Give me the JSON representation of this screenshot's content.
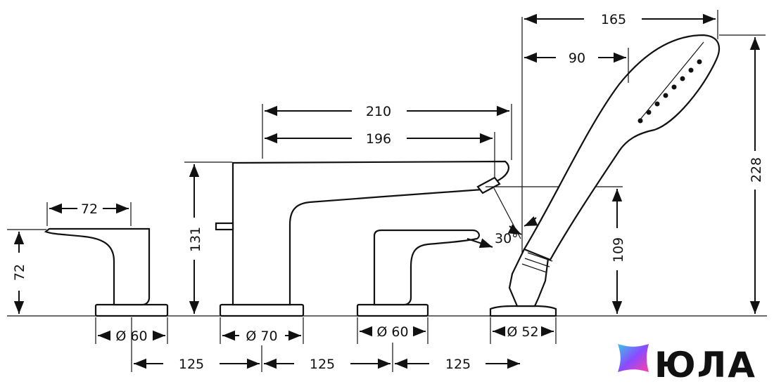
{
  "dimensions": {
    "handle_left_width": "72",
    "handle_left_height": "72",
    "base_left_diameter": "Ø 60",
    "spout_height": "131",
    "spout_base_diameter": "Ø 70",
    "spout_reach_outer": "210",
    "spout_reach_inner": "196",
    "angle": "30°",
    "base_right_diameter": "Ø 60",
    "handshower_base_diameter": "Ø 52",
    "handshower_top_reach": "165",
    "handshower_mid_reach": "90",
    "handshower_height": "228",
    "spout_outlet_height": "109",
    "spacing_1": "125",
    "spacing_2": "125",
    "spacing_3": "125"
  },
  "logo": {
    "text": "ЮЛА",
    "colors": [
      "#39c5e8",
      "#8a4bff",
      "#ff3fa4"
    ]
  }
}
